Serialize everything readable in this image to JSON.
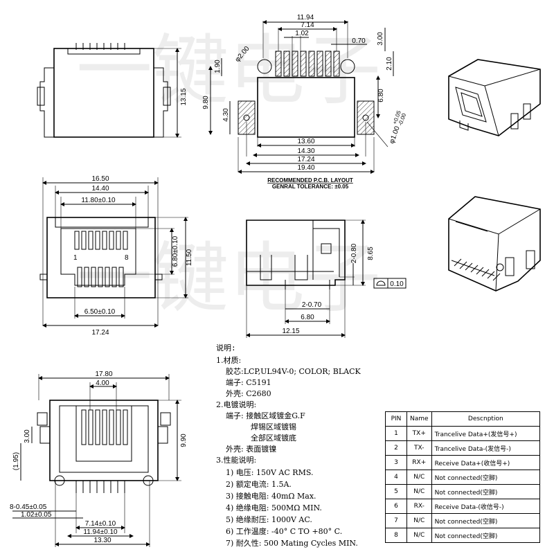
{
  "watermark": [
    "一键电子",
    "一键电子"
  ],
  "top_view": {
    "dim_height": "13.15"
  },
  "pcb_layout": {
    "dims_top": [
      "11.94",
      "7.14",
      "1.02",
      "0.70",
      "3.00",
      "2.10"
    ],
    "dims_left": [
      "φ2.00",
      "1.90",
      "9.80",
      "4.30"
    ],
    "dims_right": [
      "6.80"
    ],
    "dims_bottom": [
      "13.60",
      "14.30",
      "17.24",
      "19.40"
    ],
    "hole_dim": "φ1.00",
    "hole_tol_plus": "+0.05",
    "hole_tol_minus": "-0.00",
    "caption": "RECOMMENDED  P.C.B. LAYOUT",
    "tolerance": "GENRAL TOLERANCE: ±0.05"
  },
  "front_view": {
    "dims_top": [
      "16.50",
      "14.40",
      "11.80±0.10"
    ],
    "dims_right": [
      "6.80±0.10",
      "11.50"
    ],
    "dims_bottom": [
      "6.50±0.10",
      "17.24"
    ],
    "pin_label_first": "1",
    "pin_label_last": "8"
  },
  "side_view": {
    "dims": [
      "2-0.80",
      "8.65",
      "2-0.70",
      "6.80",
      "12.15"
    ],
    "flatness_value": "0.10"
  },
  "bottom_view": {
    "dims_top": [
      "17.80",
      "4.00"
    ],
    "dims_right": [
      "9.90"
    ],
    "dims_left": [
      "3.00",
      "(1.95)",
      "8-0.45±0.05",
      "1.02±0.05"
    ],
    "dims_bottom": [
      "7.14±0.10",
      "11.94±0.10",
      "13.30"
    ]
  },
  "notes": {
    "title": "说明:",
    "lines": [
      "1.材质:",
      "胶芯:LCP,UL94V-0; COLOR; BLACK",
      "端子: C5191",
      "外壳: C2680",
      "2.电镀说明:",
      "端子: 接触区域镀金G.F",
      "焊锡区域镀锡",
      "全部区域镀底",
      "外壳: 表面镀镍",
      "3.性能说明:",
      "1) 电压: 150V AC RMS.",
      "2) 额定电流: 1.5A.",
      "3) 接触电阻: 40mΩ Max.",
      "4) 绝缘电阻: 500MΩ MIN.",
      "5) 绝缘耐压: 1000V AC.",
      "6) 工作温度: -40° C TO +80° C.",
      "7) 耐久性: 500 Mating Cycles MIN."
    ]
  },
  "pin_table": {
    "headers": [
      "PIN",
      "Name",
      "Descnption"
    ],
    "rows": [
      {
        "pin": "1",
        "name": "TX+",
        "desc": "Trancelive Data+(发信号+)"
      },
      {
        "pin": "2",
        "name": "TX-",
        "desc": "Trancelive Data-(发信号-)"
      },
      {
        "pin": "3",
        "name": "RX+",
        "desc": "Receive Data+(收信号+)"
      },
      {
        "pin": "4",
        "name": "N/C",
        "desc": "Not connected(空脚)"
      },
      {
        "pin": "5",
        "name": "N/C",
        "desc": "Not connected(空脚)"
      },
      {
        "pin": "6",
        "name": "RX-",
        "desc": "Receive Data-(收信号-)"
      },
      {
        "pin": "7",
        "name": "N/C",
        "desc": "Not connected(空脚)"
      },
      {
        "pin": "8",
        "name": "N/C",
        "desc": "Not connected(空脚)"
      }
    ]
  }
}
